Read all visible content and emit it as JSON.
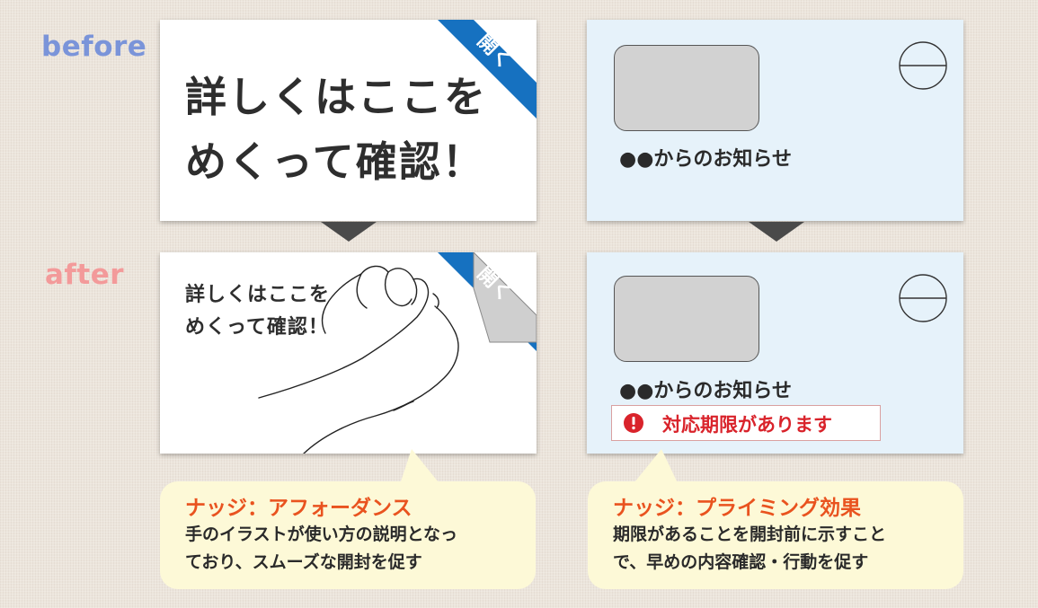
{
  "labels": {
    "before": "before",
    "after": "after"
  },
  "colors": {
    "before_label": "#7a94d9",
    "after_label": "#f39a9a",
    "ribbon": "#1671c0",
    "arrow": "#4a4a4a",
    "card_blue": "#e6f2fa",
    "alert_red": "#d9232b",
    "bubble_bg": "#fdf9d7",
    "bubble_title": "#e9531f"
  },
  "flyer_before": {
    "ribbon_label": "開く",
    "lines": [
      "詳しくはここを",
      "めくって確認！"
    ]
  },
  "flyer_after": {
    "ribbon_label": "開く",
    "lines": [
      "詳しくはここを",
      "めくって確認！"
    ],
    "illustration": "hand-peeling-corner-icon"
  },
  "envelope_before": {
    "notice": "●●からのお知らせ"
  },
  "envelope_after": {
    "notice": "●●からのお知らせ",
    "deadline": "対応期限があります"
  },
  "bubble_left": {
    "title": "ナッジ：アフォーダンス",
    "lines": [
      "手のイラストが使い方の説明となっ",
      "ており、スムーズな開封を促す"
    ]
  },
  "bubble_right": {
    "title": "ナッジ：プライミング効果",
    "lines": [
      "期限があることを開封前に示すこと",
      "で、早めの内容確認・行動を促す"
    ]
  }
}
